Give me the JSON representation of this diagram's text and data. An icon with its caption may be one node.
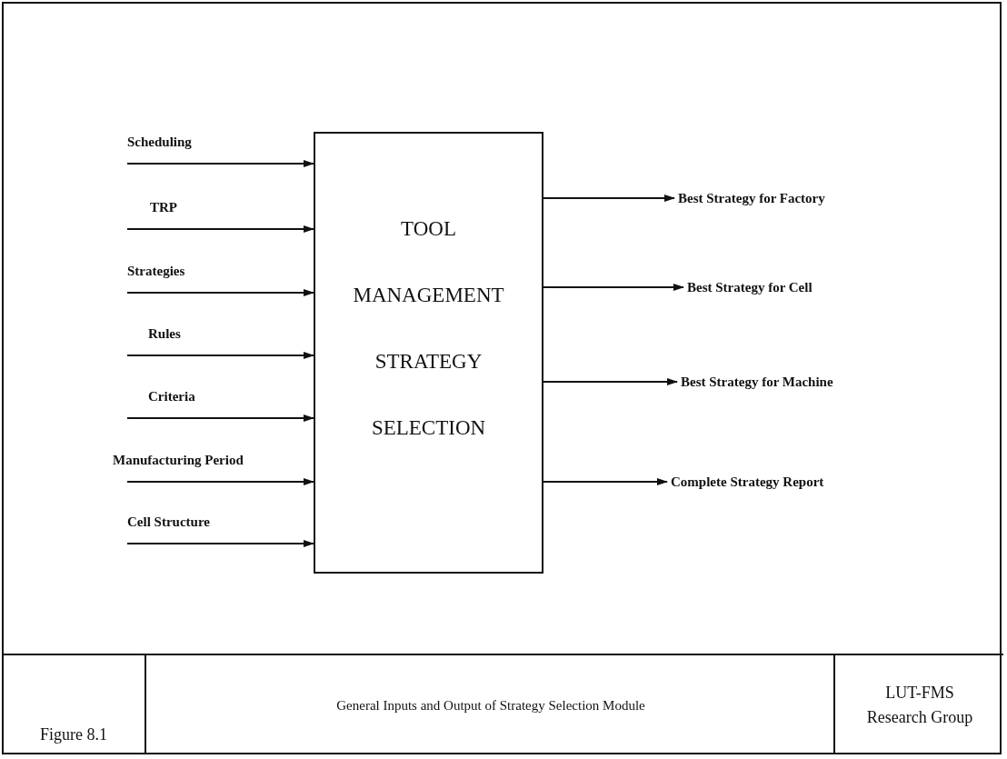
{
  "diagram": {
    "caption": "General Inputs and Output of Strategy Selection Module",
    "nodes": [
      {
        "text": [
          "TOOL MANAGEMENT STRATEGY SELECTION"
        ]
      },
      {
        "text": [
          "Best Strategy for Factory"
        ]
      },
      {
        "text": [
          "Best Strategy for Cell"
        ]
      },
      {
        "text": [
          "Best Strategy for Machine"
        ]
      },
      {
        "text": [
          "Complete Strategy Report"
        ]
      }
    ],
    "edges": [
      {
        "from": null,
        "to": 0,
        "arrow": "to",
        "label": "Scheduling"
      },
      {
        "from": null,
        "to": 0,
        "arrow": "to",
        "label": "TRP"
      },
      {
        "from": null,
        "to": 0,
        "arrow": "to",
        "label": "Strategies"
      },
      {
        "from": null,
        "to": 0,
        "arrow": "to",
        "label": "Rules"
      },
      {
        "from": null,
        "to": 0,
        "arrow": "to",
        "label": "Criteria"
      },
      {
        "from": null,
        "to": 0,
        "arrow": "to",
        "label": "Manufacturing Period"
      },
      {
        "from": null,
        "to": 0,
        "arrow": "to",
        "label": "Cell Structure"
      },
      {
        "from": 0,
        "to": 1,
        "arrow": "to"
      },
      {
        "from": 0,
        "to": 2,
        "arrow": "to"
      },
      {
        "from": 0,
        "to": 3,
        "arrow": "to"
      },
      {
        "from": 0,
        "to": 4,
        "arrow": "to"
      }
    ],
    "labels": [
      "Figure 8.1",
      "LUT-FMS Research Group"
    ]
  }
}
